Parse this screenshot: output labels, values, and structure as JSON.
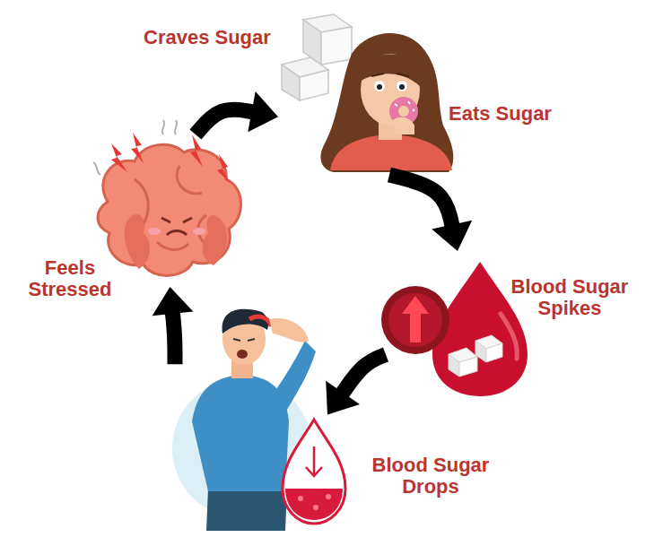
{
  "diagram": {
    "nodes": [
      {
        "text": [
          "Craves Sugar",
          "Eats Sugar"
        ]
      },
      {
        "text": [
          "Blood Sugar Spikes"
        ]
      },
      {
        "text": [
          "Blood Sugar Drops"
        ]
      },
      {
        "text": [
          "Feels Stressed"
        ]
      }
    ],
    "edges": [
      {
        "from": 0,
        "to": 1,
        "arrow": "to"
      },
      {
        "from": 1,
        "to": 2,
        "arrow": "to"
      },
      {
        "from": 2,
        "to": 3,
        "arrow": "to"
      },
      {
        "from": 3,
        "to": 0,
        "arrow": "to"
      }
    ]
  }
}
